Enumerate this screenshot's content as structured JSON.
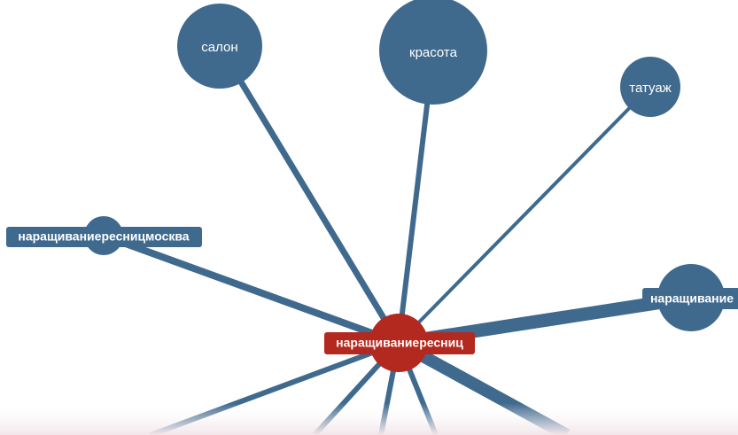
{
  "graph": {
    "center": {
      "label": "наращиваниересниц"
    },
    "nodes": {
      "salon": {
        "label": "салон"
      },
      "krasota": {
        "label": "красота"
      },
      "tatuazh": {
        "label": "татуаж"
      },
      "moskva": {
        "label": "наращиваниересницмосква"
      },
      "narashivanie": {
        "label": "наращивание"
      }
    }
  },
  "colors": {
    "node": "#3f6a8e",
    "center": "#b3281f",
    "label_text": "#ffffff"
  }
}
